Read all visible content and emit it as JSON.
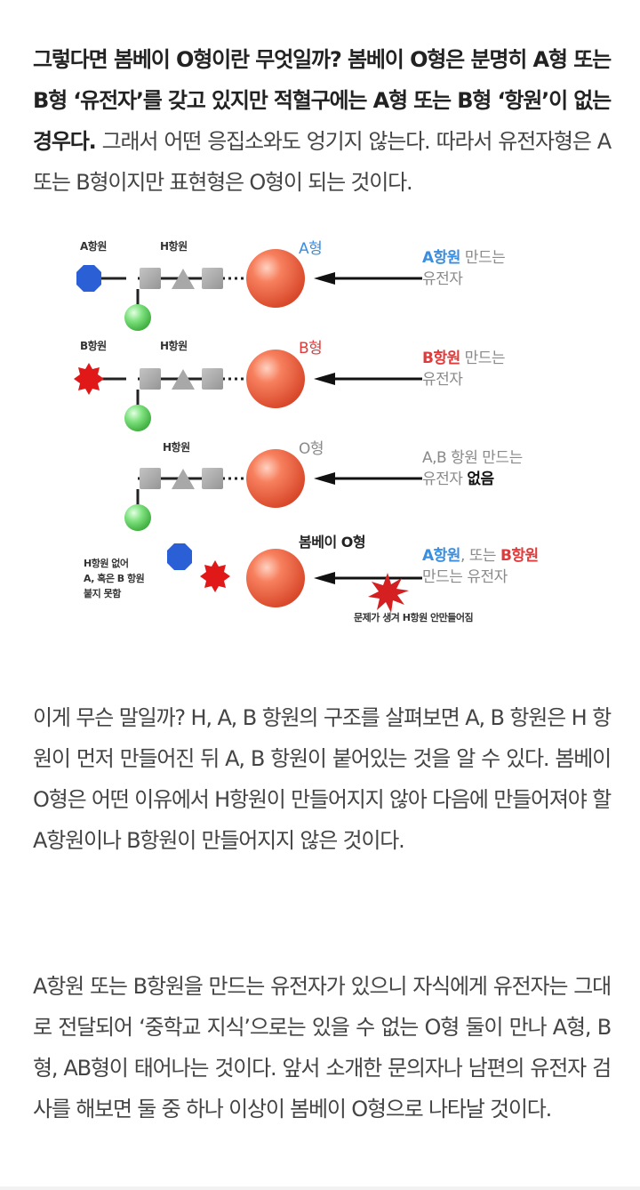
{
  "article": {
    "p1": {
      "bold": "그렇다면 봄베이 O형이란 무엇일까? 봄베이 O형은 분명히 A형 또는 B형 ‘유전자’를 갖고 있지만 적혈구에는 A형 또는 B형 ‘항원’이 없는 경우다.",
      "normal": " 그래서 어떤 응집소와도 엉기지 않는다. 따라서 유전자형은 A 또는 B형이지만 표현형은 O형이 되는 것이다."
    },
    "p2": "이게 무슨 말일까? H, A, B 항원의 구조를 살펴보면 A, B 항원은 H 항원이 먼저 만들어진 뒤 A, B 항원이 붙어있는 것을 알 수 있다. 봄베이 O형은 어떤 이유에서 H항원이 만들어지지 않아 다음에 만들어져야 할 A항원이나 B항원이 만들어지지 않은 것이다.",
    "p3": "A항원 또는 B항원을 만드는 유전자가 있으니 자식에게 유전자는 그대로 전달되어 ‘중학교 지식’으로는 있을 수 없는 O형 둘이 만나 A형, B형, AB형이 태어나는 것이다. 앞서 소개한 문의자나 남편의 유전자 검사를 해보면 둘 중 하나 이상이 봄베이 O형으로 나타날 것이다."
  },
  "figure": {
    "colors": {
      "a_blue": "#2a5fd6",
      "b_red": "#e01818",
      "label_blue": "#3a8ee0",
      "label_red": "#e03a3a",
      "gray_text": "#8a8a8a",
      "green": "#5ed35e",
      "sphere": "#f26a4a",
      "block_gray": "#a8a8a8"
    },
    "rows": [
      {
        "left_label": "A항원",
        "h_label": "H항원",
        "type_label": "A형",
        "right_colored": "A항원",
        "right_rest": " 만드는",
        "right_line2": "유전자"
      },
      {
        "left_label": "B항원",
        "h_label": "H항원",
        "type_label": "B형",
        "right_colored": "B항원",
        "right_rest": " 만드는",
        "right_line2": "유전자"
      },
      {
        "h_label": "H항원",
        "type_label": "O형",
        "right_line1": "A,B 항원 만드는",
        "right_line2_prefix": "유전자 ",
        "right_line2_bold": "없음"
      },
      {
        "type_label": "봄베이 O형",
        "left_note": [
          "H항원 없어",
          "A, 혹은 B 항원",
          "붙지 못함"
        ],
        "right_a": "A항원",
        "right_mid": ", 또는 ",
        "right_b": "B항원",
        "right_line2": "만드는 유전자",
        "problem_note": "문제가 생겨 H항원 안만들어짐"
      }
    ]
  }
}
